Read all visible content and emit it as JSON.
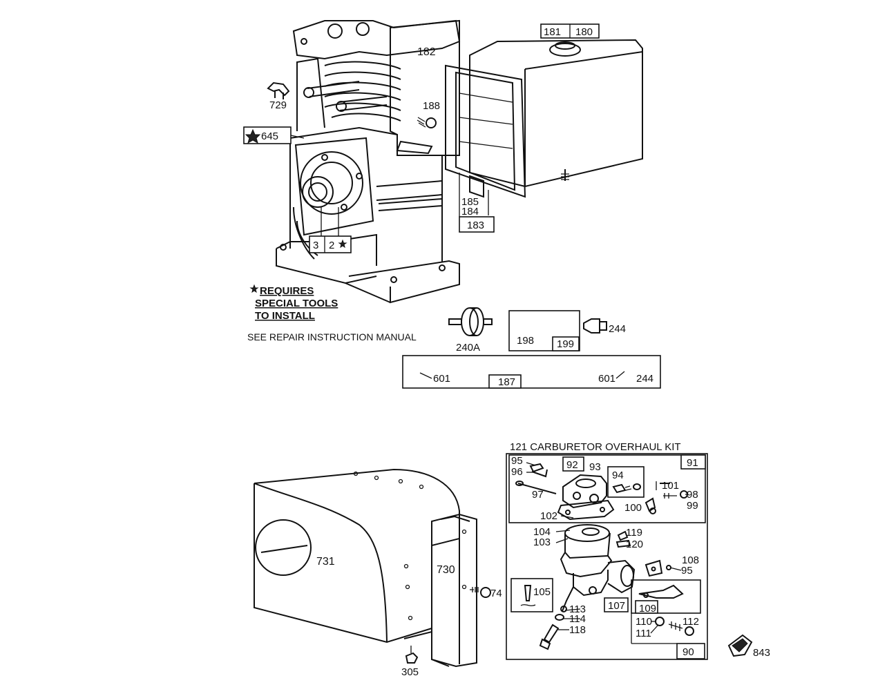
{
  "colors": {
    "ink": "#111111",
    "paper": "#ffffff"
  },
  "top": {
    "labels": {
      "p181": "181",
      "p180": "180",
      "p182": "182",
      "p729": "729",
      "p188": "188",
      "p645": "645",
      "p3": "3",
      "p2": "2",
      "p185": "185",
      "p184": "184",
      "p183": "183",
      "p240a": "240A",
      "p198": "198",
      "p199": "199",
      "p244a": "244",
      "p601a": "601",
      "p187": "187",
      "p601b": "601",
      "p244b": "244"
    },
    "note": {
      "line1": "REQUIRES",
      "line2": "SPECIAL TOOLS",
      "line3": "TO INSTALL",
      "manual": "SEE REPAIR INSTRUCTION MANUAL"
    }
  },
  "bottom": {
    "kit_title": "121 CARBURETOR OVERHAUL KIT",
    "labels": {
      "p731": "731",
      "p730": "730",
      "p74": "74",
      "p305": "305",
      "p91": "91",
      "p95a": "95",
      "p96": "96",
      "p92": "92",
      "p93": "93",
      "p94": "94",
      "p97": "97",
      "p101": "101",
      "p98": "98",
      "p99": "99",
      "p100": "100",
      "p102": "102",
      "p104": "104",
      "p103": "103",
      "p119": "119",
      "p120": "120",
      "p108": "108",
      "p95b": "95",
      "p105": "105",
      "p107": "107",
      "p109": "109",
      "p113": "113",
      "p114": "114",
      "p118": "118",
      "p110": "110",
      "p112": "112",
      "p111": "111",
      "p90": "90",
      "p843": "843"
    }
  }
}
